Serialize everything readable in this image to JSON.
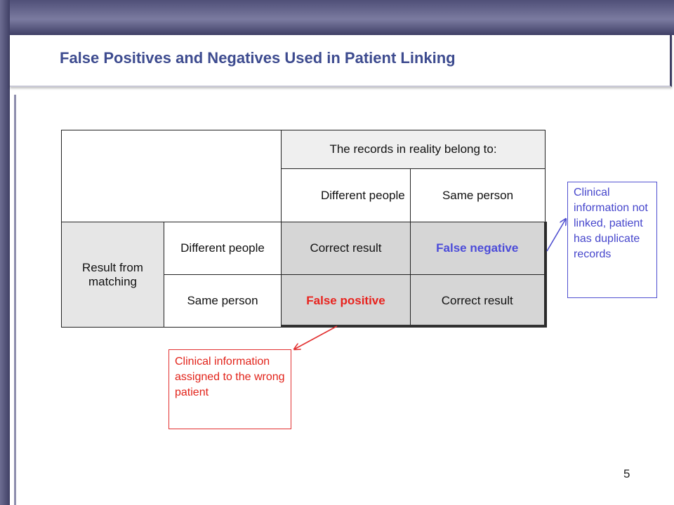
{
  "slide": {
    "title": "False Positives and Negatives Used in Patient Linking",
    "page_number": "5"
  },
  "table": {
    "header_top": "The records in reality belong to:",
    "col_different": "Different people",
    "col_same": "Same person",
    "row_group": "Result from matching",
    "row_different": "Different people",
    "row_same": "Same person",
    "cell_diff_diff": "Correct result",
    "cell_diff_same": "False negative",
    "cell_same_diff": "False positive",
    "cell_same_same": "Correct result"
  },
  "notes": {
    "false_negative_note": "Clinical information not linked, patient has duplicate records",
    "false_positive_note": "Clinical information assigned to the wrong patient"
  },
  "colors": {
    "title": "#3d4b8f",
    "false_positive": "#e8231e",
    "false_negative": "#4b4bd9"
  }
}
